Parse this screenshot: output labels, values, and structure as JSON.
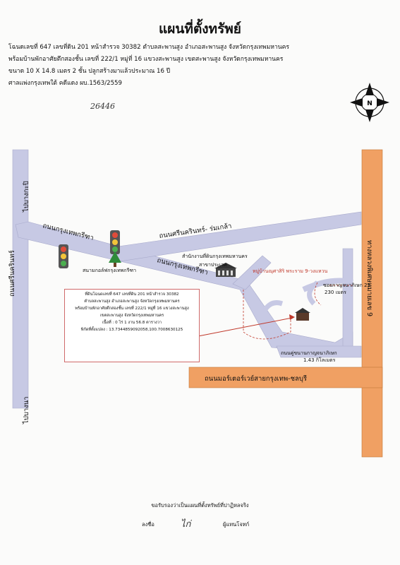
{
  "title": "แผนที่ตั้งทรัพย์",
  "header_lines": [
    "โฉนดเลขที่ 647 เลขที่ดิน 201 หน้าสำรวจ 30382  ตำบลสะพานสูง  อำเภอสะพานสูง  จังหวัดกรุงเทพมหานคร",
    "พร้อมบ้านพักอาศัยตึกสองชั้น เลขที่ 222/1 หมู่ที่ 16 แขวงสะพานสูง เขตสะพานสูง  จังหวัดกรุงเทพมหานคร",
    "ขนาด 10 X 14.8  เมตร 2 ชั้น  ปลูกสร้างมาแล้วประมาณ 16 ปี",
    "ศาลแพ่งกรุงเทพใต้   คดีแดง ผบ.1563/2559"
  ],
  "handwritten_number": "26446",
  "compass_label": "N",
  "roads": {
    "to_bang_kapi": "ไปบางกะปิ",
    "srinakarin_left": "ถนนศรีนครินทร์",
    "to_bang_na": "ไปบางนา",
    "krungthep_kritha_1": "ถนนกรุงเทพกรีฑา",
    "krungthep_kritha_2": "ถนนกรุงเทพกรีฑา",
    "srinakarin_romklao": "ถนนศรีนครินทร์- ร่มเกล้า",
    "motorway": "ถนนมอร์เตอร์เวย์สายกรุงเทพ-ชลบุรี",
    "right_vertical": "ทางหลวงพิเศษหมายเลข 9",
    "khu_khanan": "ถนนคู่ขนานกาญจนาภิเษก"
  },
  "landmarks": {
    "land_office_1": "สำนักงานที่ดินกรุงเทพมหานคร",
    "land_office_2": "สาขาประเวศ",
    "golf": "สนามกอล์ฟกรุงเทพกรีฑา",
    "village": "หมู่บ้านณุศาสิริ พระราม 9-วงแหวน",
    "soi": "ซอยกาญจนาภิเษก 22",
    "dist_230": "230 เมตร",
    "dist_143": "1.43 กิโลเมตร"
  },
  "infobox": {
    "lines": [
      "ที่ดินโฉนดเลขที่ 647 เลขที่ดิน 201 หน้าสำรวจ 30382",
      "ตำบลสะพานสูง อำเภอสะพานสูง จังหวัดกรุงเทพมหานคร",
      "พร้อมบ้านพักอาศัยตึกสองชั้น เลขที่ 222/1 หมู่ที่ 16 แขวงสะพานสูง",
      "เขตสะพานสูง  จังหวัดกรุงเทพมหานคร",
      "เนื้อที่ : 0 ไร่ 1 งาน 56.8 ตารางวา",
      "พิกัดที่ตั้งแปลง :  13.7344859092058,100.7008630125"
    ]
  },
  "footer": {
    "certify": "ขอรับรองว่าเป็นแผนที่ตั้งทรัพย์ที่ปาฏิหลจริง",
    "sign_label": "ลงชื่อ",
    "signature": "ไก่",
    "role": "ผู้แทนโจทก์"
  },
  "colors": {
    "road_gray": "#c7c9e4",
    "highway_orange": "#f0a063",
    "marker_red": "#c0392b"
  }
}
